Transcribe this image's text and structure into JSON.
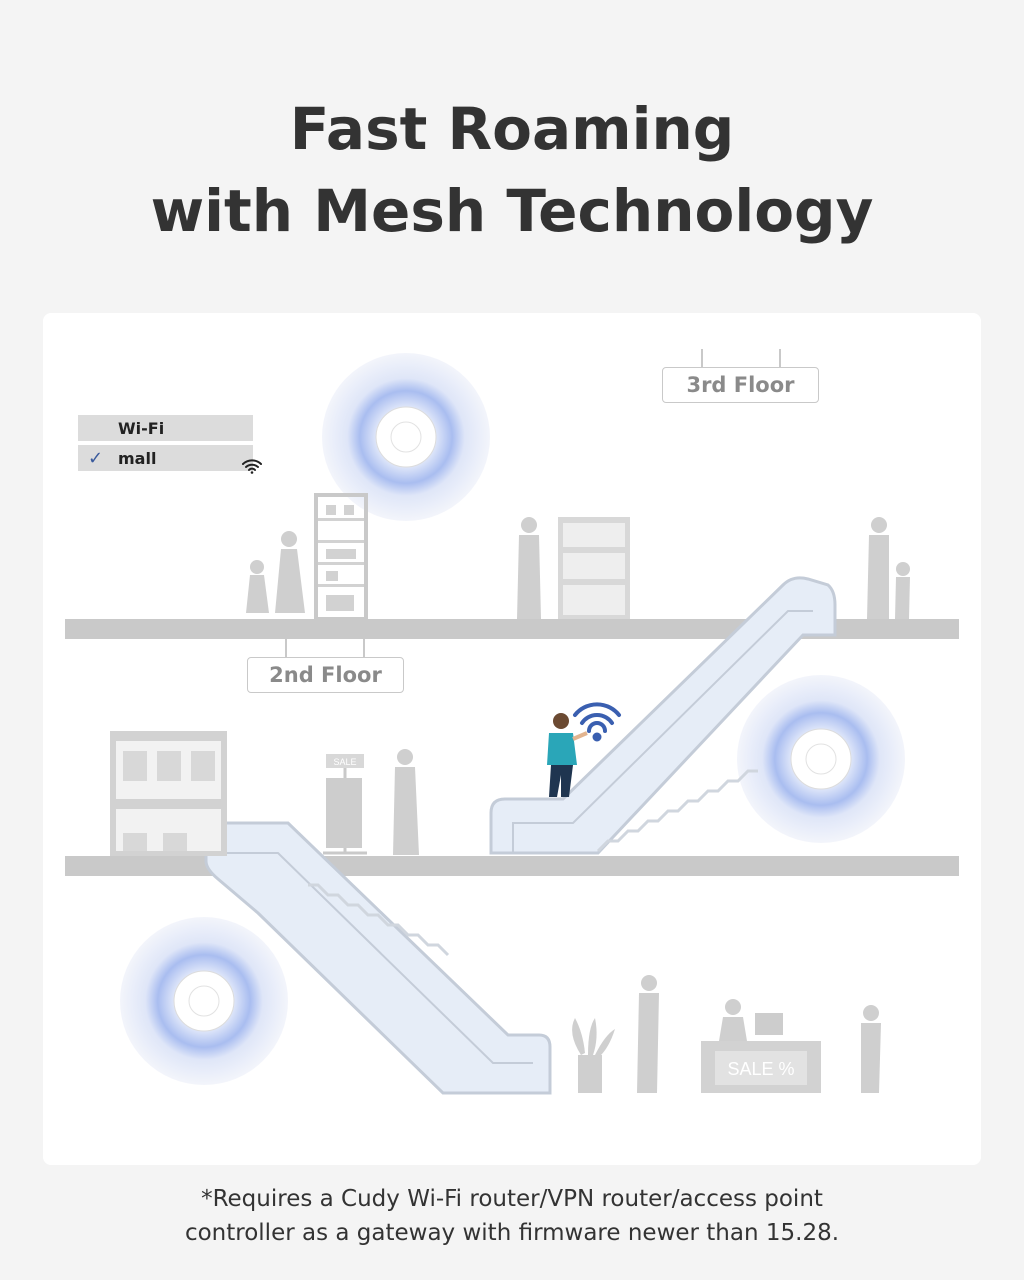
{
  "title": {
    "line1": "Fast Roaming",
    "line2": "with Mesh Technology"
  },
  "wifi_panel": {
    "header": "Wi-Fi",
    "network": "mall",
    "check_icon": "check-icon",
    "signal_icon": "wifi-signal-icon"
  },
  "floors": {
    "third": "3rd Floor",
    "second": "2nd Floor"
  },
  "sale_sign": "SALE",
  "sale_counter": "SALE %",
  "footnote": {
    "line1": "*Requires a Cudy Wi-Fi router/VPN router/access point",
    "line2": "controller as a gateway with firmware newer than 15.28."
  },
  "colors": {
    "accent_blue": "#3a5fb0",
    "ap_glow": "#8fa8e6",
    "person_shirt": "#2aa6b8"
  }
}
